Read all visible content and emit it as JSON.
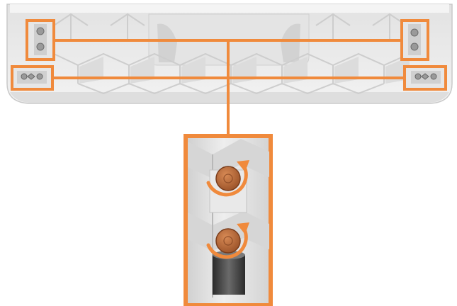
{
  "colors": {
    "highlight": "#f08a3c",
    "plastic_light": "#ececec",
    "plastic_mid": "#d9d9d9",
    "plastic_dark": "#bdbdbd",
    "screw": "#b86a3a",
    "metal": "#8c8c8c"
  },
  "callouts": [
    {
      "label": "screw-top-left"
    },
    {
      "label": "screw-top-right"
    },
    {
      "label": "bracket-bottom-left"
    },
    {
      "label": "bracket-bottom-right"
    }
  ],
  "icons": {
    "rotate": "rotate-arrow-icon",
    "screw": "screw-icon"
  }
}
